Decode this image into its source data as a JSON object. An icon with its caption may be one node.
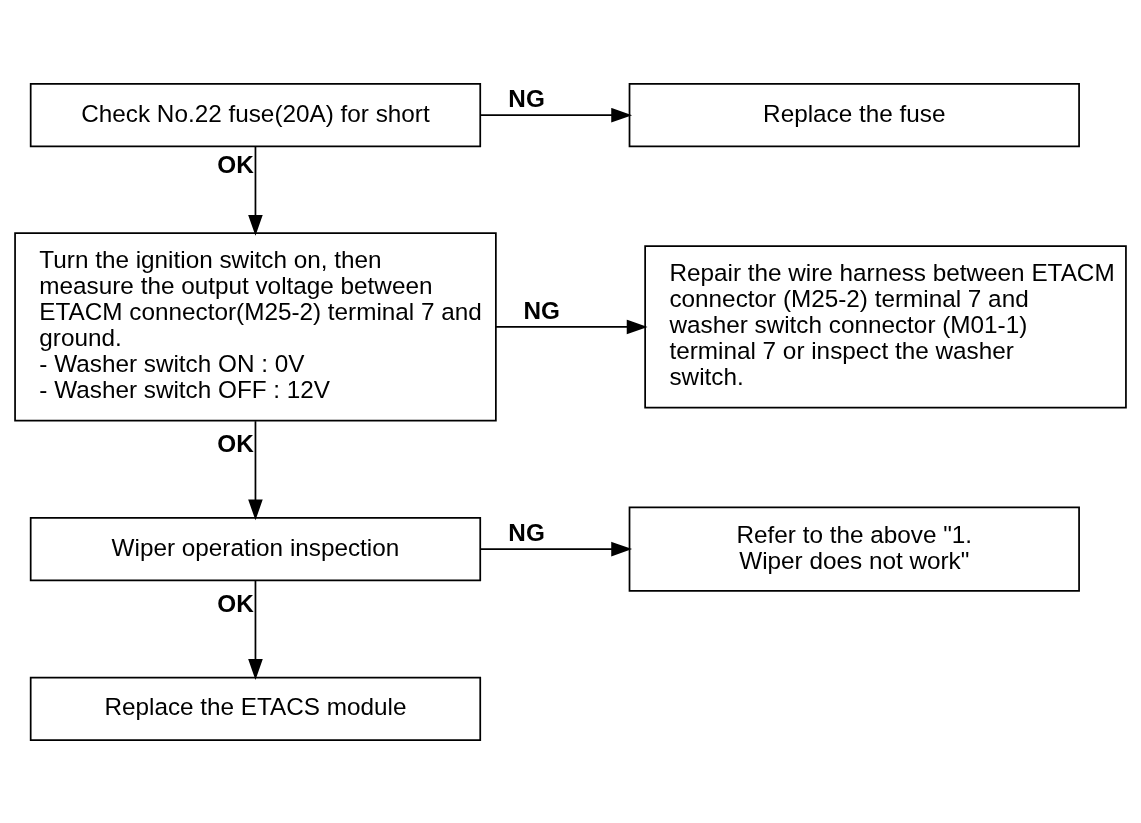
{
  "diagram": {
    "nodes": [
      {
        "text": [
          "Check No.22 fuse(20A) for short"
        ]
      },
      {
        "text": [
          "Replace the fuse"
        ]
      },
      {
        "text": [
          "Turn the ignition switch on, then measure the output voltage between ETACM connector(M25-2) terminal 7 and ground.",
          "- Washer switch ON : 0V",
          "- Washer switch OFF : 12V"
        ]
      },
      {
        "text": [
          "Repair the wire harness between ETACM connector (M25-2) terminal 7 and washer switch connector (M01-1) terminal 7 or inspect the washer switch."
        ]
      },
      {
        "text": [
          "Wiper operation inspection"
        ]
      },
      {
        "text": [
          "Refer to the above \"1. Wiper does not work\""
        ]
      },
      {
        "text": [
          "Replace the ETACS module"
        ]
      }
    ],
    "edges": [
      {
        "from": 0,
        "to": 1,
        "arrow": "to",
        "label": "NG"
      },
      {
        "from": 0,
        "to": 2,
        "arrow": "to",
        "label": "OK"
      },
      {
        "from": 2,
        "to": 3,
        "arrow": "to",
        "label": "NG"
      },
      {
        "from": 2,
        "to": 4,
        "arrow": "to",
        "label": "OK"
      },
      {
        "from": 4,
        "to": 5,
        "arrow": "to",
        "label": "NG"
      },
      {
        "from": 4,
        "to": 6,
        "arrow": "to",
        "label": "OK"
      }
    ]
  }
}
